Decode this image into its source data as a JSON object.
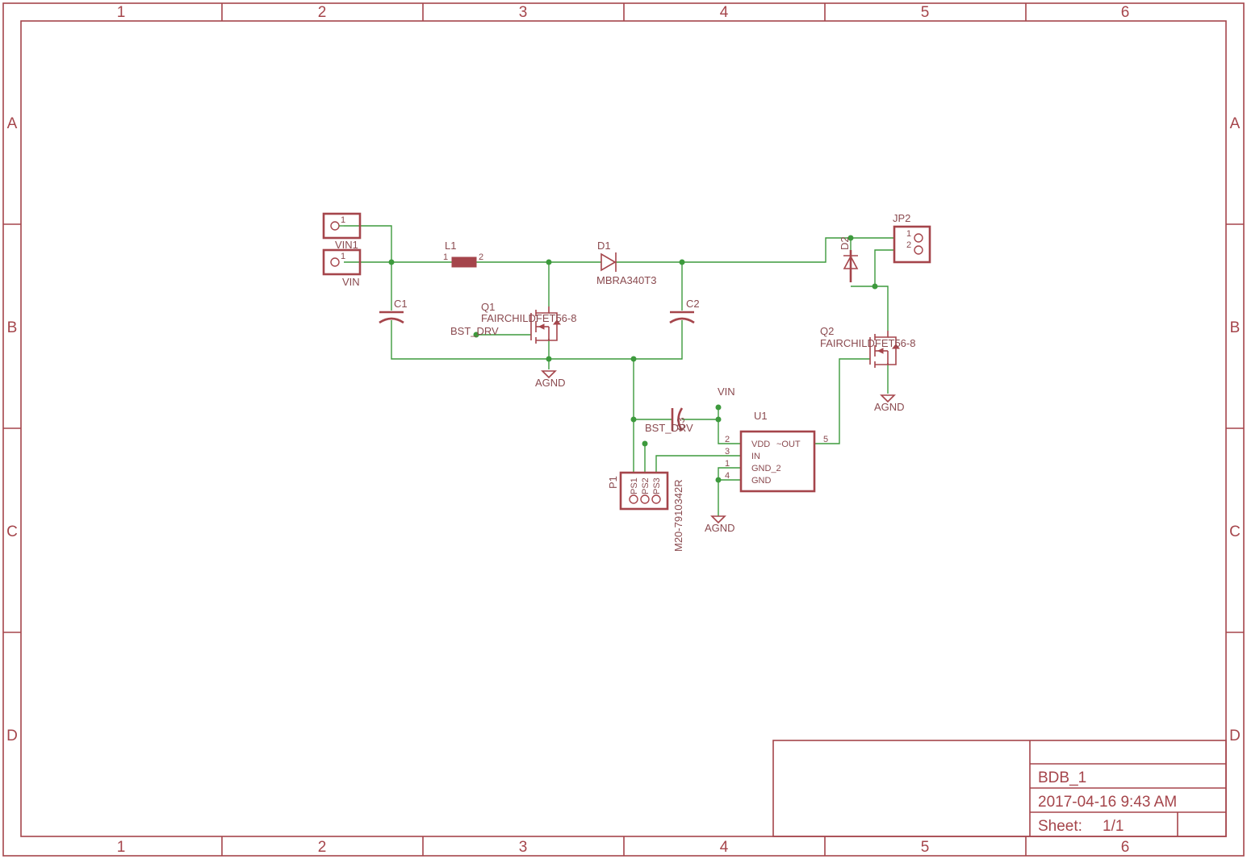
{
  "frame": {
    "columns": [
      "1",
      "2",
      "3",
      "4",
      "5",
      "6"
    ],
    "rows": [
      "A",
      "B",
      "C",
      "D"
    ]
  },
  "title_block": {
    "name": "BDB_1",
    "date": "2017-04-16 9:43 AM",
    "sheet_label": "Sheet:",
    "sheet_value": "1/1"
  },
  "colors": {
    "symbol": "#a5454b",
    "wire": "#3d9a3d",
    "text": "#8a4a4f"
  },
  "components": {
    "vin1": {
      "ref": "VIN1",
      "pin": "1"
    },
    "vin": {
      "ref": "VIN",
      "pin": "1"
    },
    "l1": {
      "ref": "L1",
      "pin1": "1",
      "pin2": "2"
    },
    "d1": {
      "ref": "D1",
      "value": "MBRA340T3"
    },
    "c1": {
      "ref": "C1"
    },
    "c2": {
      "ref": "C2"
    },
    "c3": {
      "ref": "C3"
    },
    "q1": {
      "ref": "Q1",
      "value": "FAIRCHILDFET56-8"
    },
    "q2": {
      "ref": "Q2",
      "value": "FAIRCHILDFET56-8"
    },
    "d2": {
      "ref": "D2"
    },
    "jp2": {
      "ref": "JP2",
      "pin1": "1",
      "pin2": "2"
    },
    "u1": {
      "ref": "U1",
      "pins": [
        "VDD",
        "~OUT",
        "IN",
        "GND_2",
        "GND"
      ],
      "pin_numbers": [
        "2",
        "3",
        "1",
        "4",
        "5"
      ]
    },
    "p1": {
      "ref": "P1",
      "value": "M20-7910342R",
      "pins": [
        "PS1",
        "PS2",
        "PS3"
      ]
    }
  },
  "nets": {
    "bst_drv": "BST_DRV",
    "vin": "VIN",
    "agnd": "AGND"
  }
}
